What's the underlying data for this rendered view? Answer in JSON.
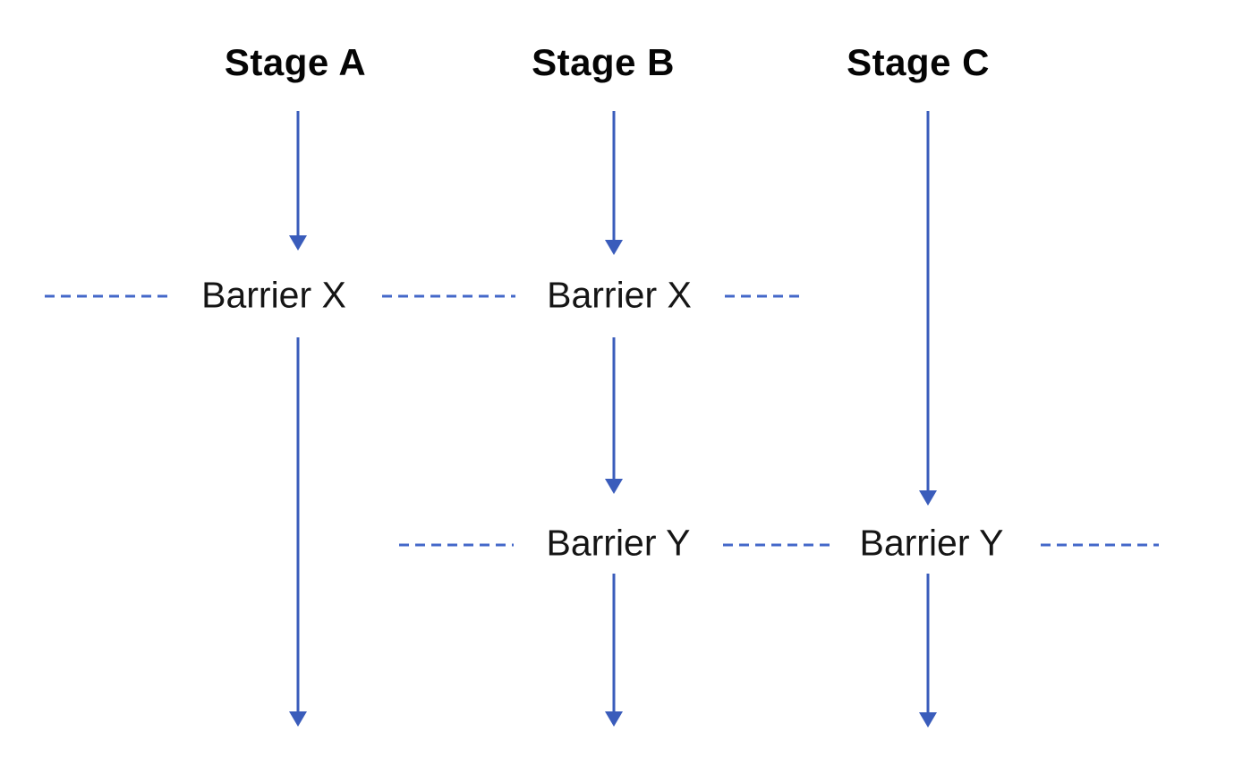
{
  "stages": [
    {
      "label": "Stage A"
    },
    {
      "label": "Stage B"
    },
    {
      "label": "Stage C"
    }
  ],
  "barrier_labels": {
    "barrier_x": "Barrier X",
    "barrier_y": "Barrier Y"
  },
  "colors": {
    "arrow": "#3A5CBB",
    "dash": "#4468C9",
    "text": "#151515",
    "background": "#FFFFFF"
  }
}
